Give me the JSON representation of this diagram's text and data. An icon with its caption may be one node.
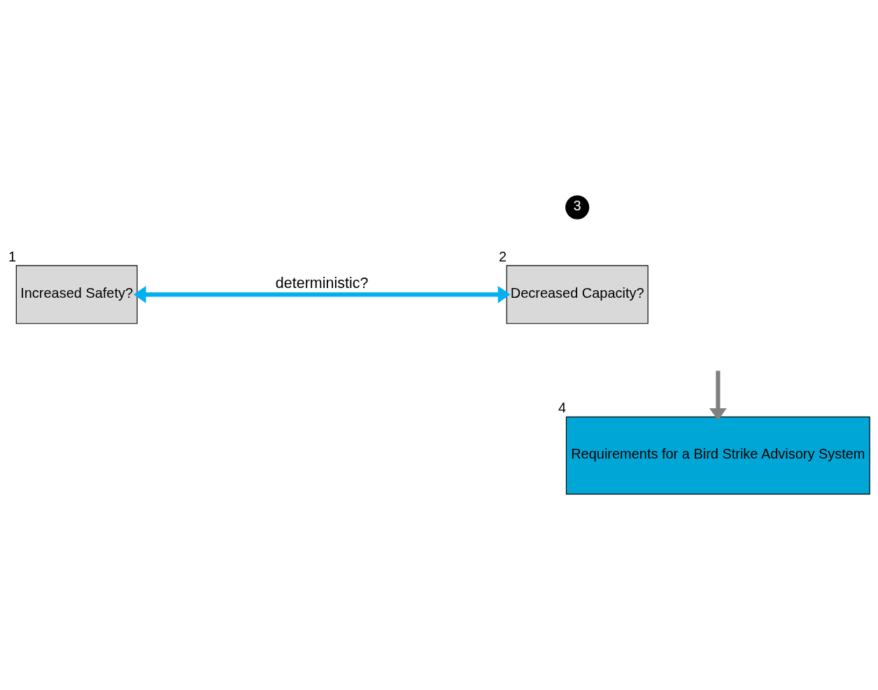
{
  "diagram": {
    "nodes": [
      {
        "text": [
          "Increased Safety?"
        ],
        "beside": [
          "1"
        ]
      },
      {
        "text": [
          "Decreased Capacity?"
        ],
        "beside": [
          "2"
        ]
      },
      {
        "text": [
          "Requirements for a Bird Strike Advisory System"
        ],
        "beside": [
          "4"
        ]
      }
    ],
    "edges": [
      {
        "from": 0,
        "to": 1,
        "arrow": "both",
        "label": "deterministic?",
        "color": "#00b0f0"
      },
      {
        "from": null,
        "to": 2,
        "arrow": "to",
        "color": "#808080"
      }
    ],
    "labels": [
      "3"
    ]
  }
}
